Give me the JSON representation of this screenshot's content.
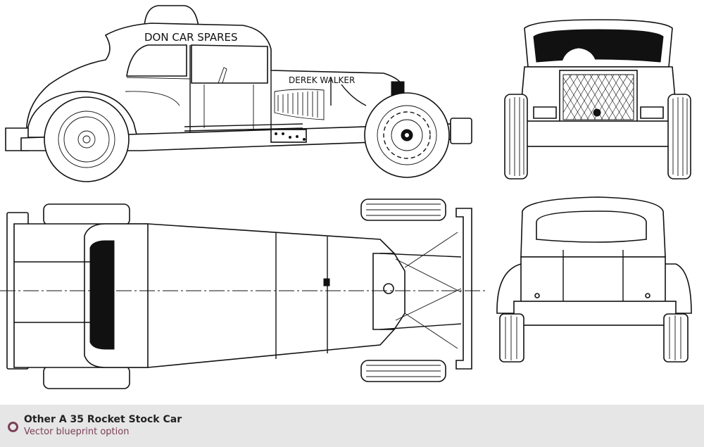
{
  "blueprint": {
    "lettering": {
      "roof": "DON CAR SPARES",
      "hood": "DEREK WALKER"
    }
  },
  "caption": {
    "title": "Other A 35 Rocket Stock Car",
    "subtitle": "Vector blueprint option",
    "accent_color": "#7a3f57",
    "icon": "circle-bullet-icon"
  }
}
